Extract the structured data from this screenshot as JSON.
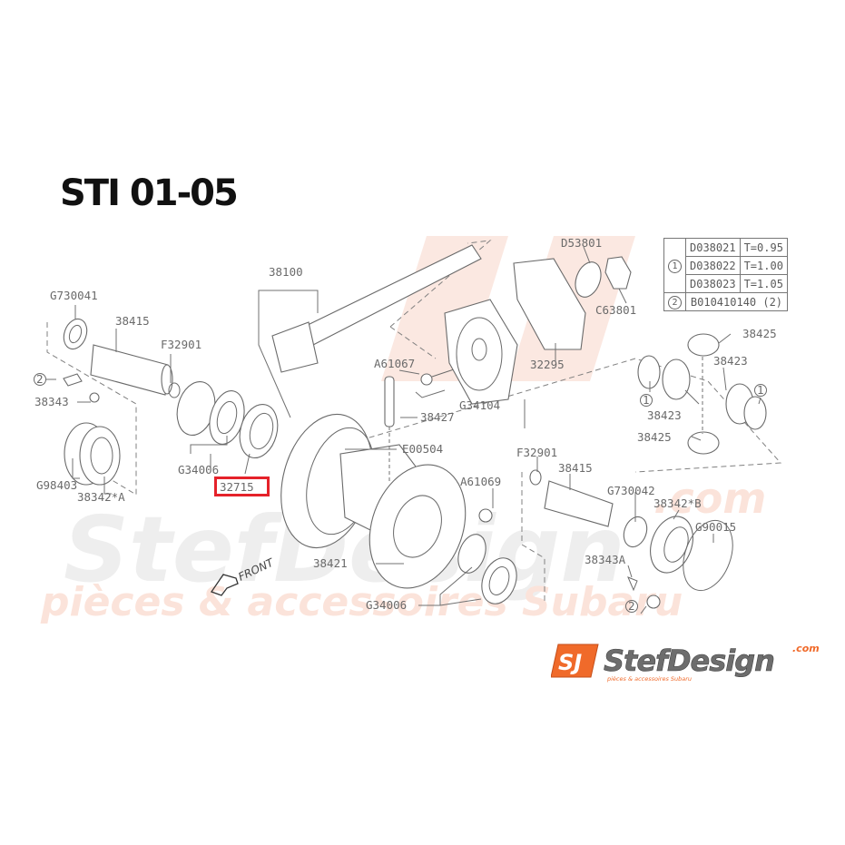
{
  "title": "STI 01-05",
  "highlighted_part": "32715",
  "colors": {
    "highlight": "#e5222a",
    "brand_orange": "#f06a2a",
    "watermark": "#fbe3da",
    "line": "#6a6a6a"
  },
  "labels": {
    "l38100": "38100",
    "lG730041": "G730041",
    "l38415a": "38415",
    "lF32901a": "F32901",
    "lc2a": "2",
    "l38343": "38343",
    "lG98403": "G98403",
    "l38342A": "38342*A",
    "lG34006a": "G34006",
    "l32715": "32715",
    "lD53801": "D53801",
    "lC63801": "C63801",
    "l32295": "32295",
    "lA61067": "A61067",
    "lG34104": "G34104",
    "l38427": "38427",
    "lE00504": "E00504",
    "l38425a": "38425",
    "l38423a": "38423",
    "l38423b": "38423",
    "l38425b": "38425",
    "lc1a": "1",
    "lc1b": "1",
    "lF32901b": "F32901",
    "l38415b": "38415",
    "lG730042": "G730042",
    "l38342B": "38342*B",
    "lG90015": "G90015",
    "l38343A": "38343A",
    "lc2b": "2",
    "lA61069": "A61069",
    "l38421": "38421",
    "lG34006b": "G34006",
    "front": "FRONT"
  },
  "shim_table": {
    "rows": [
      {
        "ref": "1",
        "part": "D038021",
        "value": "T=0.95"
      },
      {
        "ref": "",
        "part": "D038022",
        "value": "T=1.00"
      },
      {
        "ref": "",
        "part": "D038023",
        "value": "T=1.05"
      },
      {
        "ref": "2",
        "part": "B010410140 (2)",
        "value": ""
      }
    ]
  },
  "watermark": {
    "brand": "StefDesign",
    "domain": ".com",
    "tagline": "pièces & accessoires Subaru"
  },
  "logo": {
    "mark": "SJ",
    "name": "StefDesign",
    "domain": ".com",
    "tagline": "pièces & accessoires Subaru"
  }
}
